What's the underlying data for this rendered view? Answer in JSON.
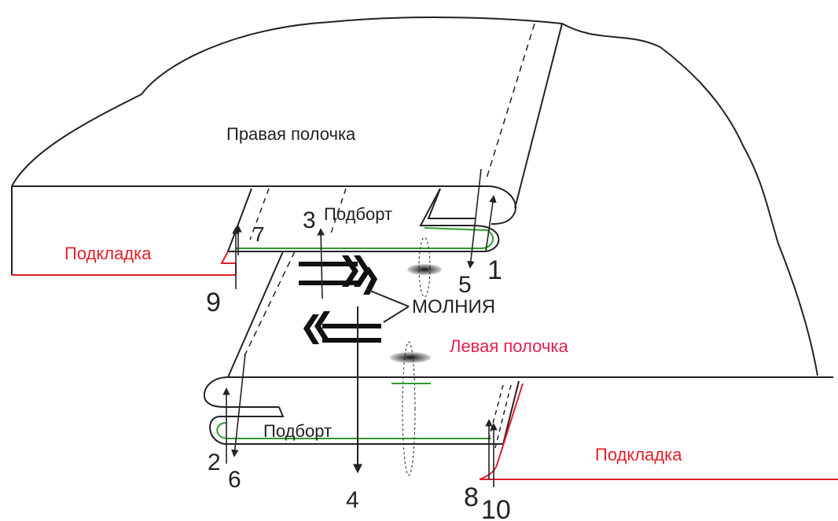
{
  "labels": {
    "right_front": "Правая полочка",
    "left_front": "Левая полочка",
    "facing_top": "Подборт",
    "facing_bottom": "Подборт",
    "lining_left": "Подкладка",
    "lining_right": "Подкладка",
    "zipper": "МОЛНИЯ"
  },
  "seam_numbers": {
    "n1": "1",
    "n2": "2",
    "n3": "3",
    "n4": "4",
    "n5": "5",
    "n6": "6",
    "n7": "7",
    "n8": "8",
    "n9": "9",
    "n10": "10"
  },
  "colors": {
    "outline": "#222222",
    "lining": "#e0202a",
    "left_front_label": "#e0204a",
    "stitch": "#2e9a2e"
  }
}
